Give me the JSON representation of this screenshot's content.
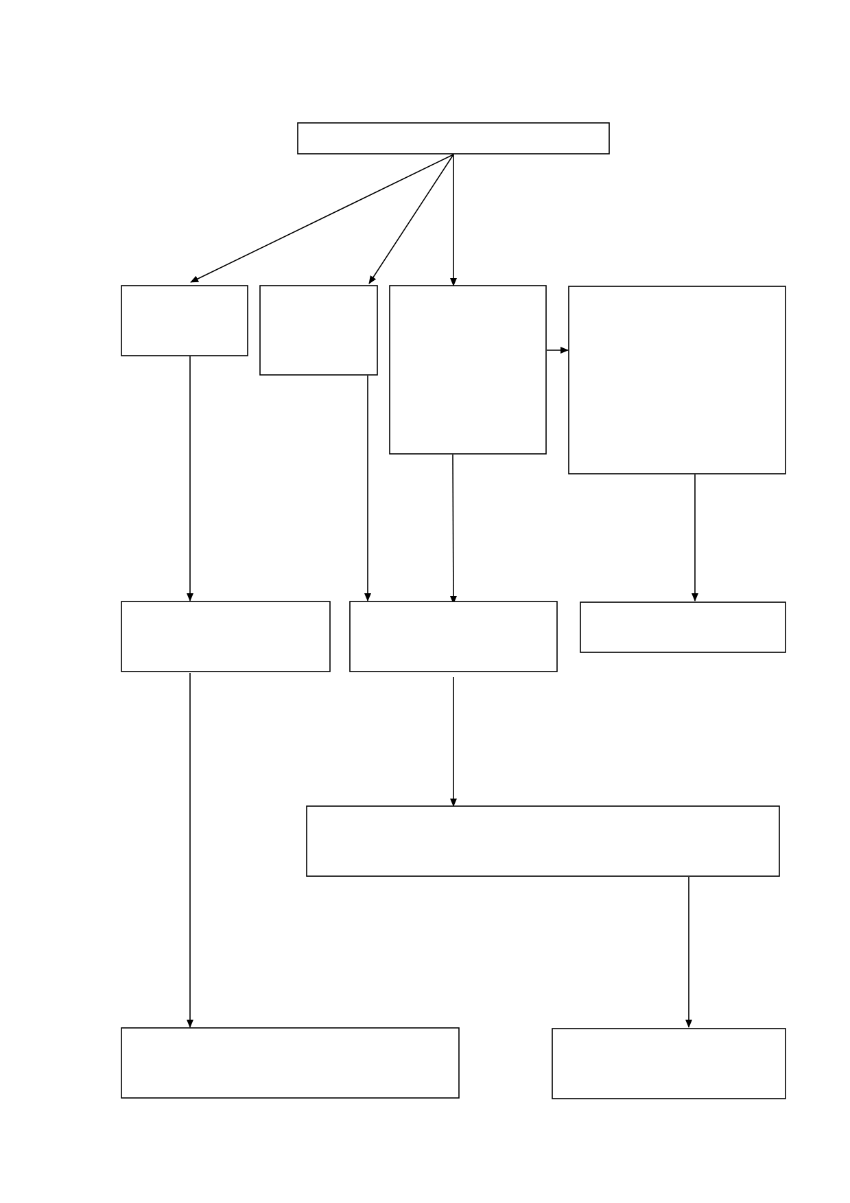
{
  "diagram": {
    "type": "flowchart",
    "line_color": "#000000",
    "background_color": "#ffffff",
    "nodes": [
      {
        "id": "top",
        "label": ""
      },
      {
        "id": "r2a",
        "label": ""
      },
      {
        "id": "r2b",
        "label": ""
      },
      {
        "id": "r2c",
        "label": ""
      },
      {
        "id": "r2d",
        "label": ""
      },
      {
        "id": "r3a",
        "label": ""
      },
      {
        "id": "r3b",
        "label": ""
      },
      {
        "id": "r3c",
        "label": ""
      },
      {
        "id": "r4",
        "label": ""
      },
      {
        "id": "r5a",
        "label": ""
      },
      {
        "id": "r5b",
        "label": ""
      }
    ],
    "edges": [
      {
        "from": "top",
        "to": "r2a"
      },
      {
        "from": "top",
        "to": "r2b"
      },
      {
        "from": "top",
        "to": "r2c"
      },
      {
        "from": "r2c",
        "to": "r2d"
      },
      {
        "from": "r2a",
        "to": "r3a"
      },
      {
        "from": "r2b",
        "to": "r3b"
      },
      {
        "from": "r2c",
        "to": "r3b"
      },
      {
        "from": "r2d",
        "to": "r3c"
      },
      {
        "from": "r3b",
        "to": "r4"
      },
      {
        "from": "r3a",
        "to": "r5a"
      },
      {
        "from": "r4",
        "to": "r5b"
      }
    ]
  }
}
